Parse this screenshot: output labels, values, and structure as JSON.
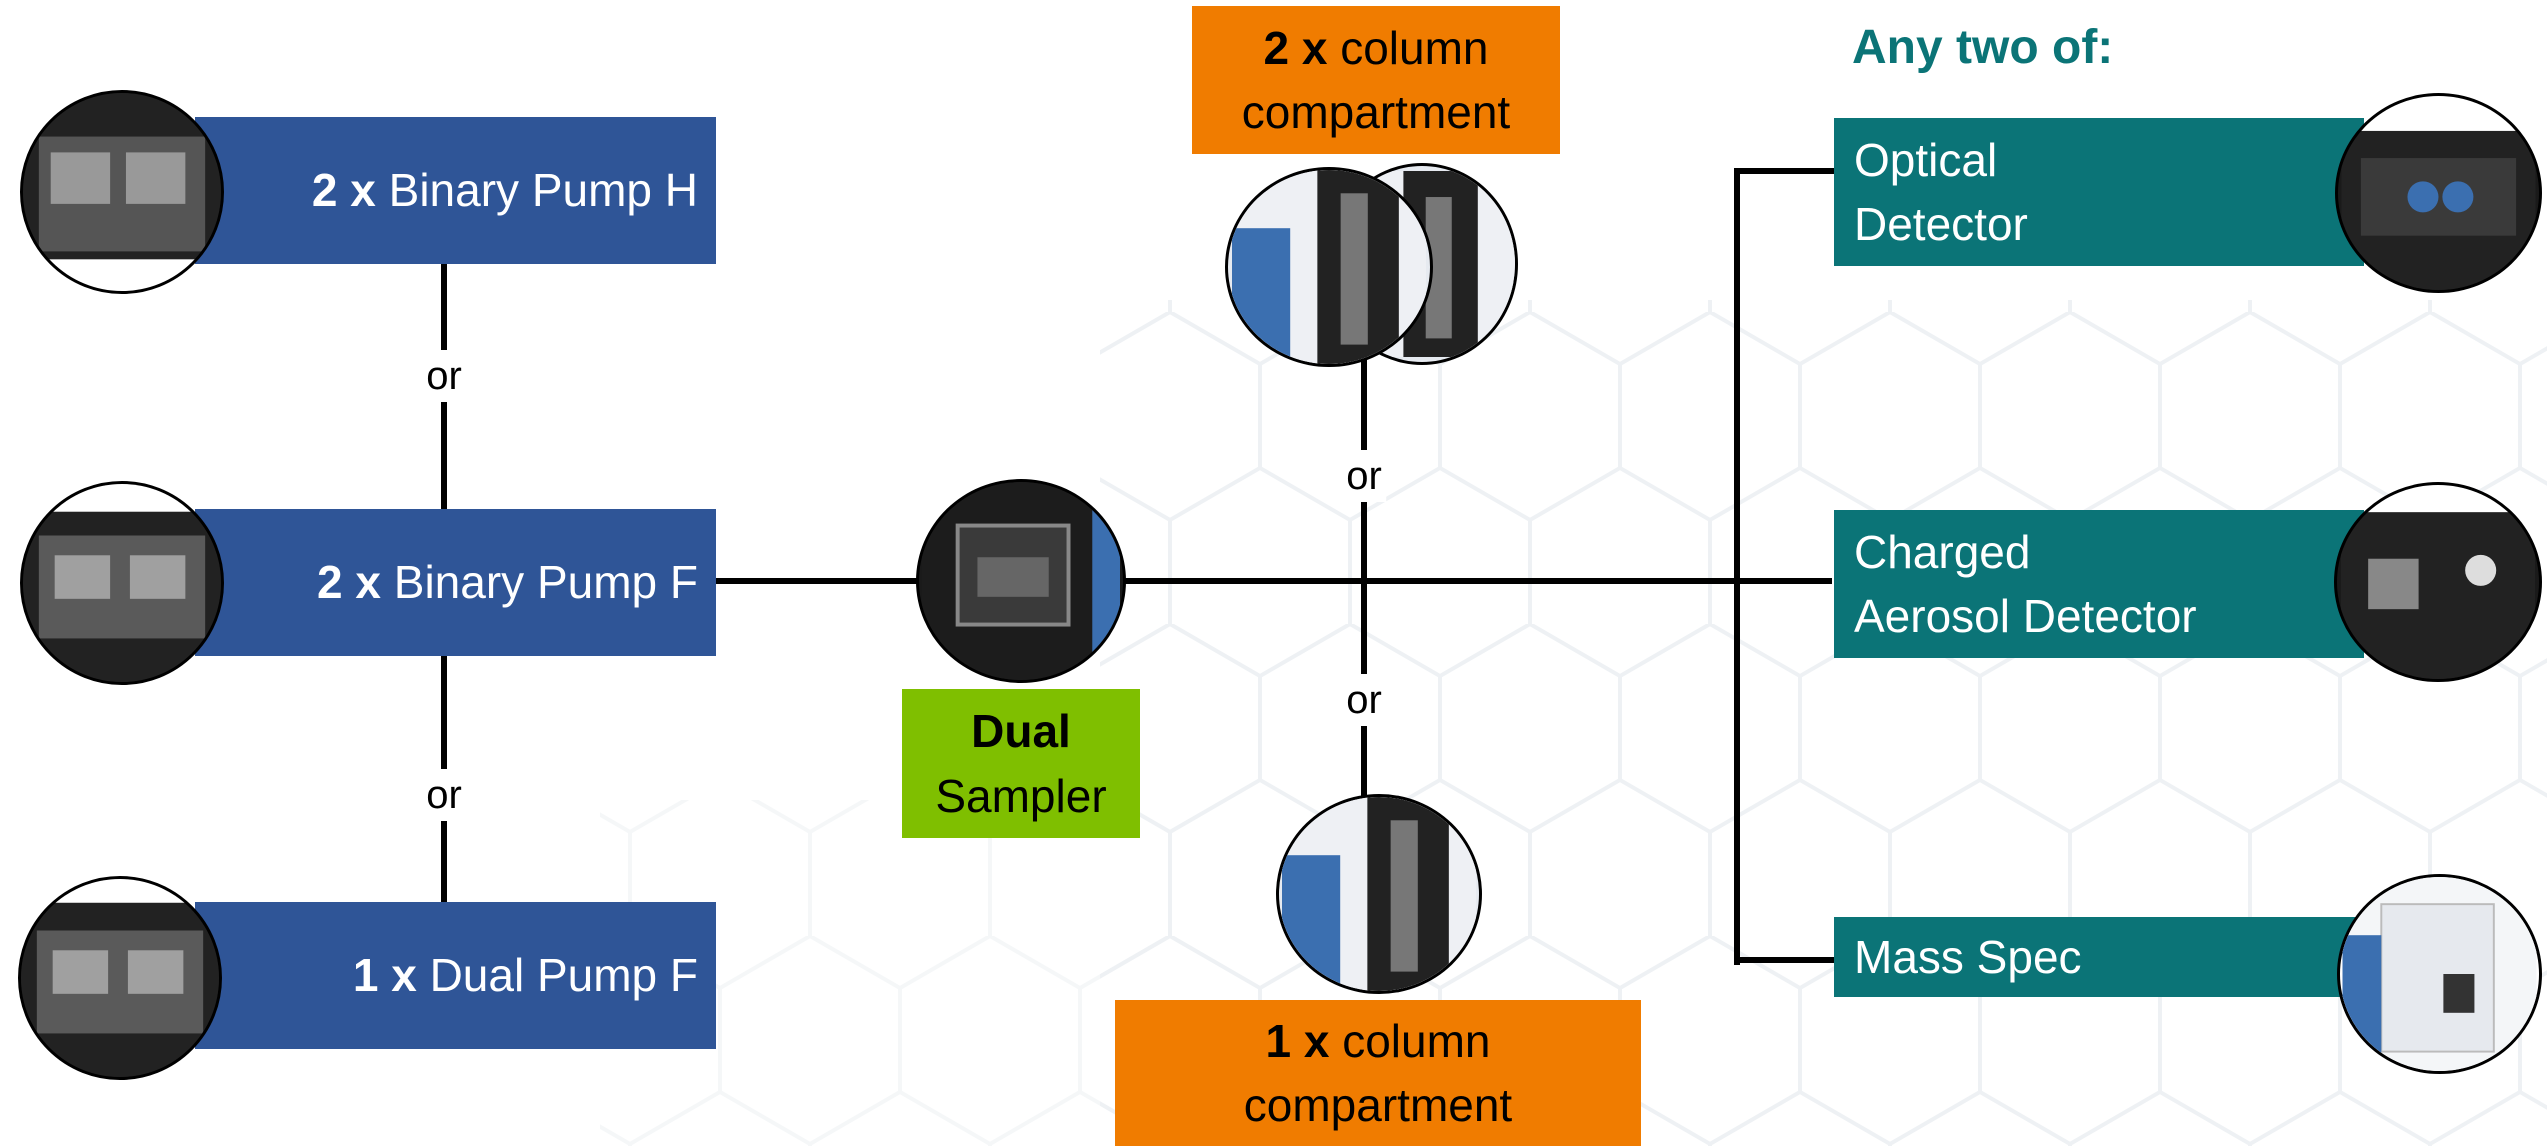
{
  "pumps": [
    {
      "count": "2 x",
      "name": "Binary Pump H"
    },
    {
      "count": "2 x",
      "name": "Binary Pump F"
    },
    {
      "count": "1 x",
      "name": "Dual Pump F"
    }
  ],
  "or_label": "or",
  "sampler": {
    "line1": "Dual",
    "line2": "Sampler"
  },
  "column_top": {
    "count": "2 x",
    "word": "column",
    "line2": "compartment"
  },
  "column_bottom": {
    "count": "1 x",
    "word": "column",
    "line2": "compartment"
  },
  "detectors_title": "Any two of:",
  "detectors": [
    {
      "line1": "Optical",
      "line2": "Detector"
    },
    {
      "line1": "Charged",
      "line2": "Aerosol Detector"
    },
    {
      "line1": "Mass Spec",
      "line2": ""
    }
  ],
  "images": [
    "binary-pump-h-photo",
    "binary-pump-f-photo",
    "dual-pump-f-photo",
    "dual-sampler-photo",
    "two-column-compartments-photo",
    "one-column-compartment-photo",
    "optical-detector-photo",
    "charged-aerosol-detector-photo",
    "mass-spec-photo"
  ],
  "colors": {
    "pump_blue": "#2f5597",
    "detector_teal": "#0b7477",
    "column_orange": "#f07c00",
    "sampler_green": "#7fbf00"
  }
}
